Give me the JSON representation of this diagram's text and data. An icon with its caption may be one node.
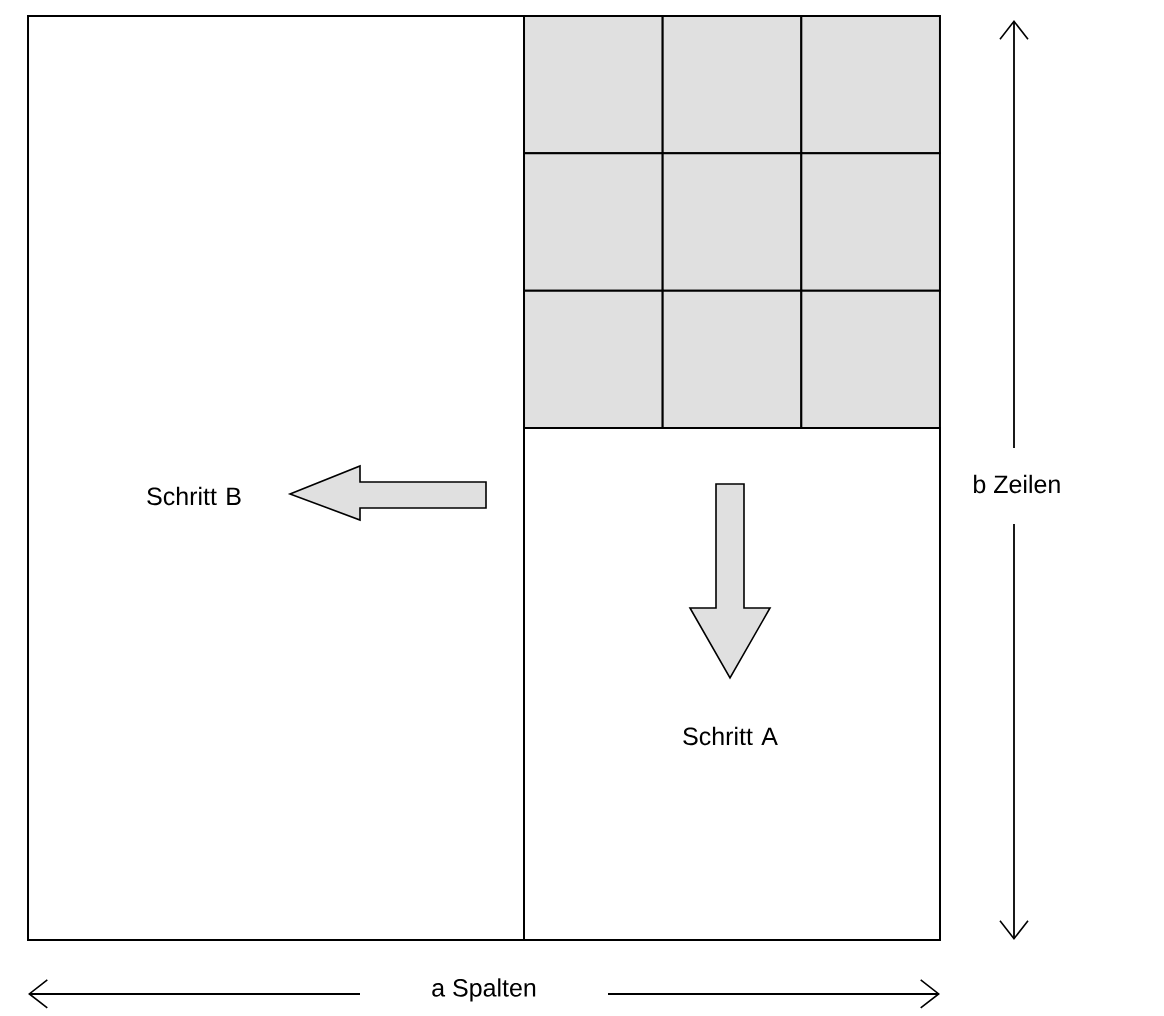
{
  "diagram": {
    "nodes": [
      {
        "text": [
          "Schritt B"
        ]
      },
      {
        "text": [
          "Schritt A"
        ]
      },
      {
        "text": [],
        "shape": "box"
      },
      {
        "text": [],
        "shape": "box"
      },
      {
        "text": [],
        "shape": "box"
      },
      {
        "text": [],
        "shape": "box"
      },
      {
        "text": [],
        "shape": "box"
      },
      {
        "text": [],
        "shape": "box"
      },
      {
        "text": [],
        "shape": "box"
      },
      {
        "text": [],
        "shape": "box"
      },
      {
        "text": [],
        "shape": "box"
      }
    ],
    "labels": [
      "b Zeilen",
      "a Spalten"
    ]
  }
}
